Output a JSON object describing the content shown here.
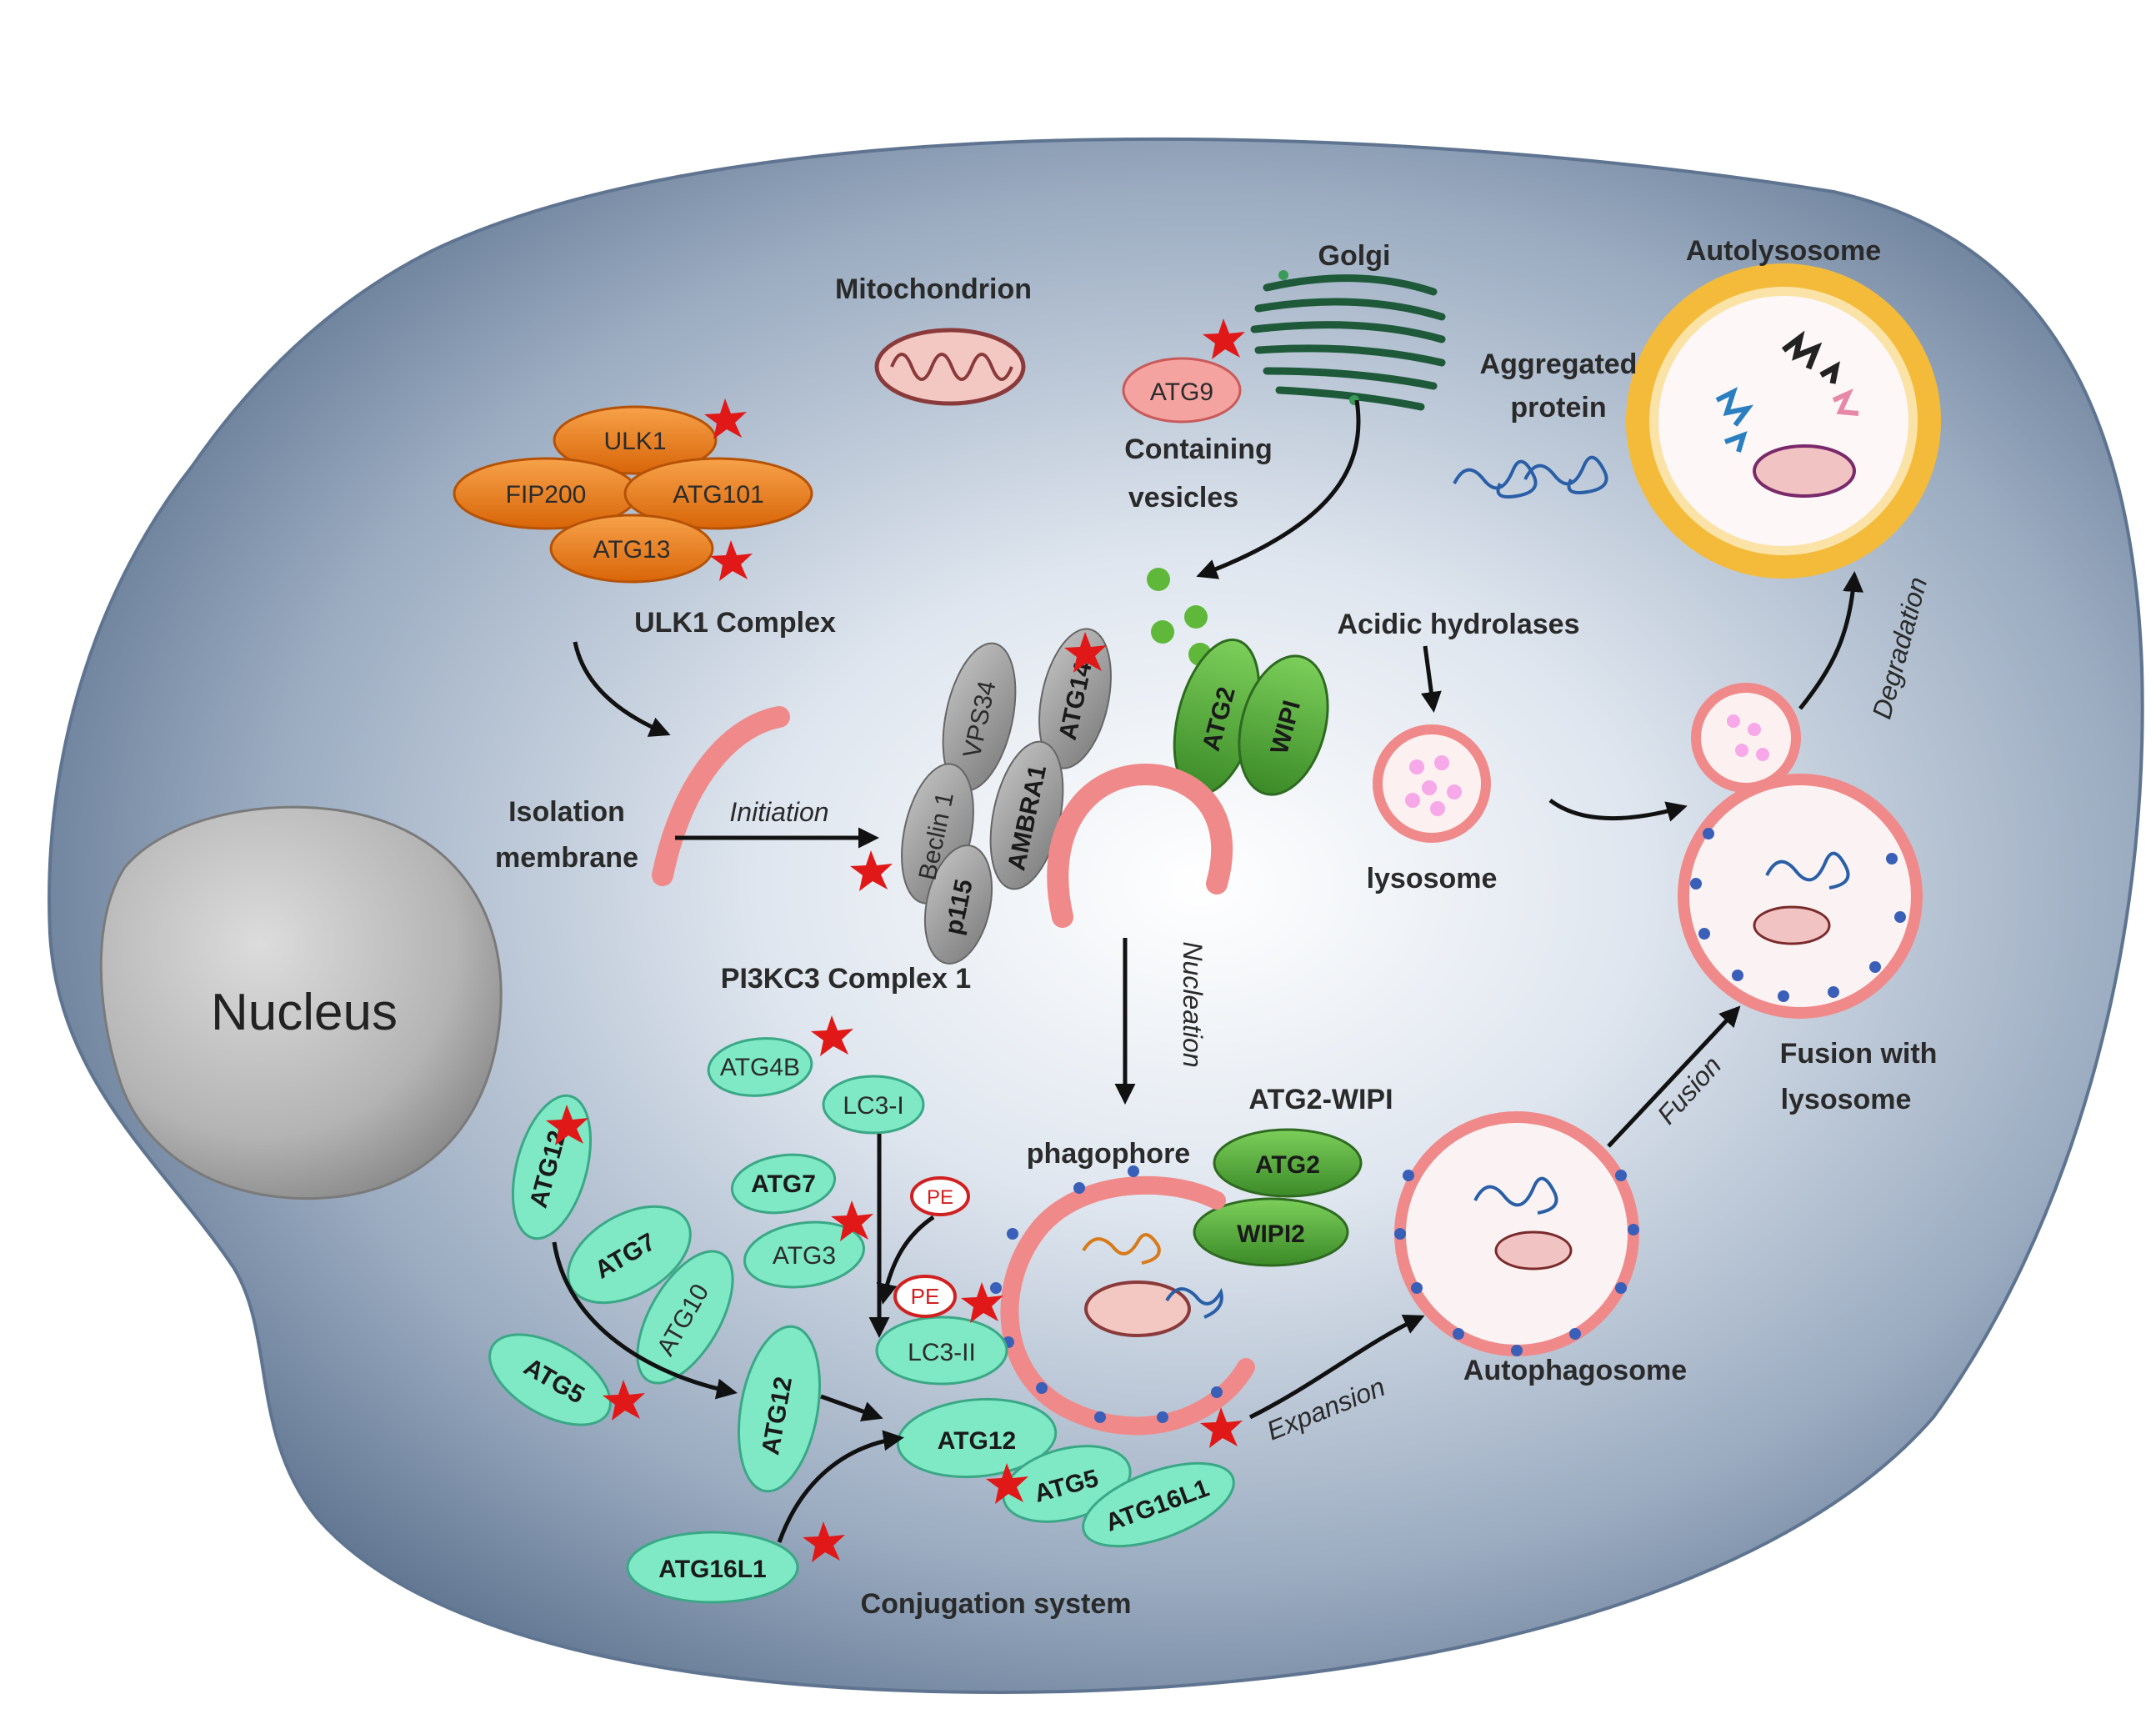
{
  "labels": {
    "nucleus": "Nucleus",
    "mitochondrion": "Mitochondrion",
    "golgi": "Golgi",
    "autolysosome": "Autolysosome",
    "aggregated_1": "Aggregated",
    "aggregated_2": "protein",
    "containing_1": "Containing",
    "containing_2": "vesicles",
    "ulk1_complex": "ULK1 Complex",
    "acidic_hydrolases": "Acidic hydrolases",
    "isolation_1": "Isolation",
    "isolation_2": "membrane",
    "initiation": "Initiation",
    "lysosome": "lysosome",
    "pi3kc3_complex": "PI3KC3 Complex 1",
    "nucleation": "Nucleation",
    "degradation": "Degradation",
    "fusion": "Fusion",
    "fusion_with_1": "Fusion with",
    "fusion_with_2": "lysosome",
    "atg2_wipi": "ATG2-WIPI",
    "phagophore": "phagophore",
    "autophagosome": "Autophagosome",
    "expansion": "Expansion",
    "conjugation_system": "Conjugation system"
  },
  "molecules": {
    "ulk1": "ULK1",
    "fip200": "FIP200",
    "atg101": "ATG101",
    "atg13": "ATG13",
    "atg9": "ATG9",
    "vps34": "VPS34",
    "atg14": "ATG14",
    "beclin1": "Beclin 1",
    "ambra1": "AMBRA1",
    "p115": "p115",
    "atg2_top": "ATG2",
    "wipi_top": "WIPI",
    "atg4b": "ATG4B",
    "lc3i": "LC3-I",
    "atg7_a": "ATG7",
    "atg3": "ATG3",
    "pe1": "PE",
    "pe2": "PE",
    "lc3ii": "LC3-II",
    "atg12_a": "ATG12",
    "atg7_b": "ATG7",
    "atg10": "ATG10",
    "atg5_a": "ATG5",
    "atg12_b": "ATG12",
    "atg12_c": "ATG12",
    "atg5_b": "ATG5",
    "atg16l1_a": "ATG16L1",
    "atg16l1_b": "ATG16L1",
    "atg2_bottom": "ATG2",
    "wipi2": "WIPI2"
  },
  "colors": {
    "cell": "#8093ab",
    "ulk_orange": "#e87a1c",
    "conjugation_teal": "#7fe8c4",
    "atg2_green": "#4fa83a",
    "membrane_pink": "#f08a8a",
    "star_red": "#e01818",
    "autolysosome_ring": "#f4bb3a",
    "pi3k_grey": "#9a9a9a"
  }
}
